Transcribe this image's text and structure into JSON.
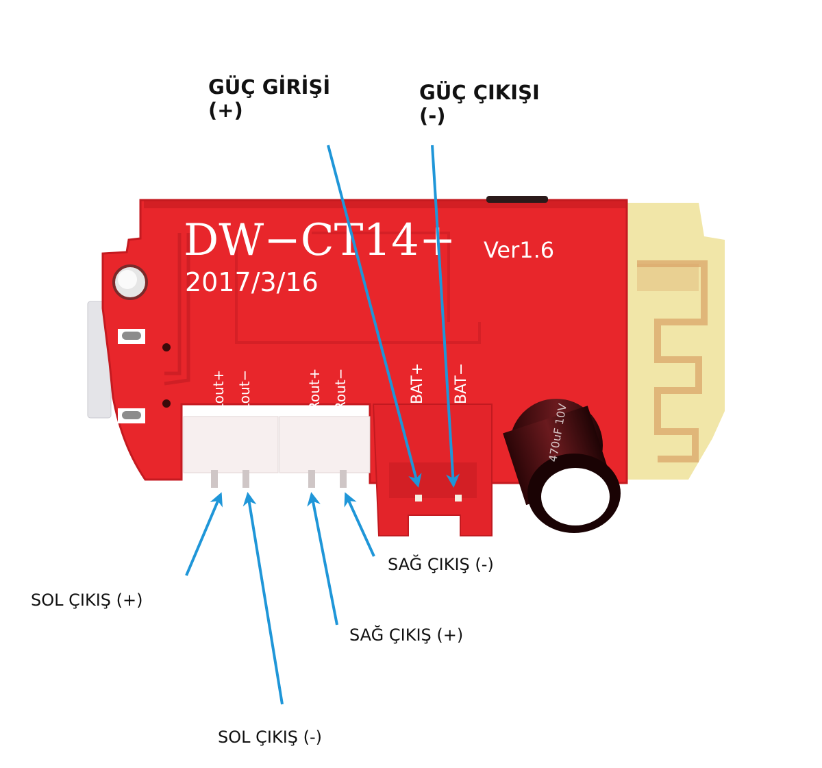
{
  "annotations": {
    "power_in": {
      "line1": "GÜÇ GİRİŞİ",
      "line2": "(+)"
    },
    "power_out": {
      "line1": "GÜÇ ÇIKIŞI",
      "line2": "(-)"
    },
    "left_out_plus": "SOL ÇIKIŞ (+)",
    "left_out_minus": "SOL ÇIKIŞ (-)",
    "right_out_plus": "SAĞ ÇIKIŞ (+)",
    "right_out_minus": "SAĞ ÇIKIŞ (-)"
  },
  "board": {
    "model": "DW−CT14+",
    "version": "Ver1.6",
    "date": "2017/3/16",
    "pin_labels": [
      "Lout+",
      "Lout−",
      "Rout+",
      "Rout−",
      "BAT+",
      "BAT−"
    ],
    "capacitor_marking": "470uF 10V"
  },
  "colors": {
    "pcb_red": "#e8262b",
    "pcb_edge": "#c41a20",
    "antenna_board": "#f1e6a8",
    "antenna_trace": "#d9a56a",
    "arrow_blue": "#1f96d8",
    "connector_white": "#f7efef",
    "connector_red": "#e3242a",
    "capacitor": "#4a0f12"
  }
}
